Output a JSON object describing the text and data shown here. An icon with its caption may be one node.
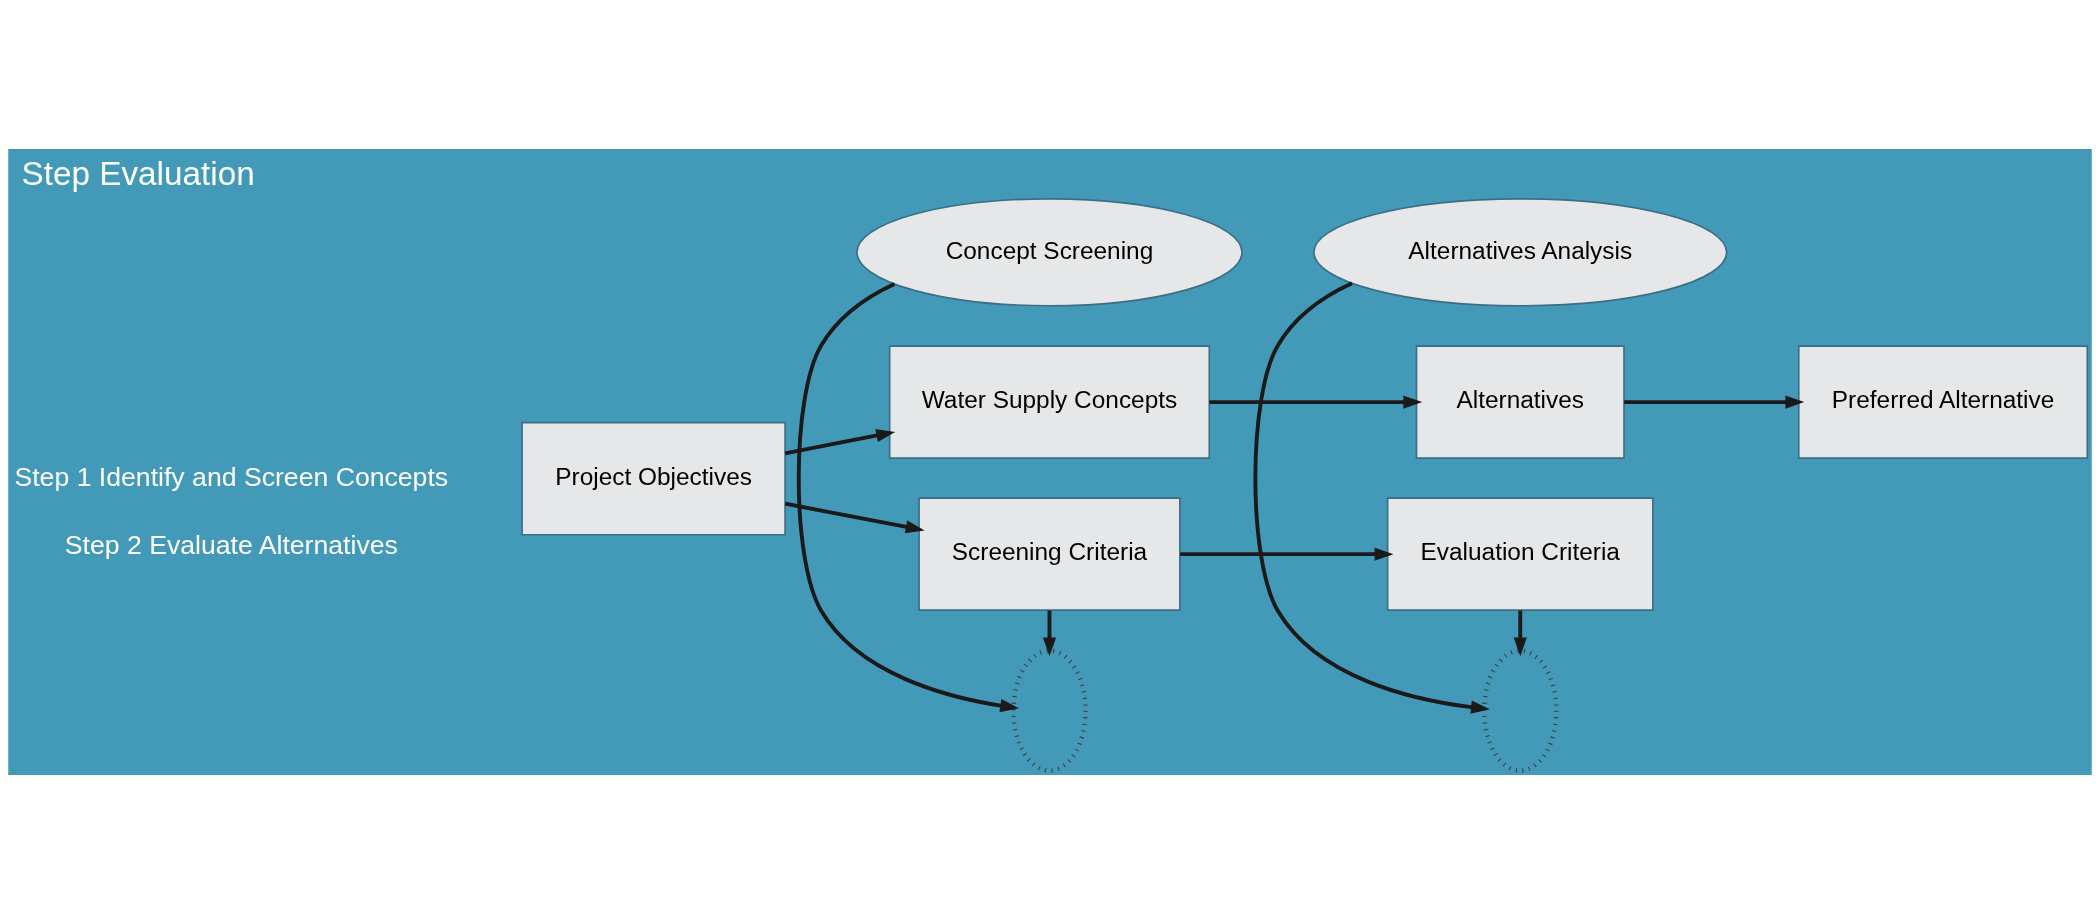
{
  "diagram": {
    "title": "Step Evaluation",
    "nodes": [
      {
        "text": [
          "Project Objectives"
        ]
      },
      {
        "text": [
          "Water Supply Concepts"
        ]
      },
      {
        "text": [],
        "shape": "ellipse"
      },
      {
        "text": [
          "Concept Screening"
        ]
      },
      {
        "text": [
          "Alternatives"
        ]
      },
      {
        "text": [],
        "shape": "ellipse"
      },
      {
        "text": [
          "Alternatives Analysis"
        ]
      },
      {
        "text": [
          "Preferred Alternative"
        ]
      },
      {
        "text": [
          "Screening Criteria"
        ]
      },
      {
        "text": [
          "Evaluation Criteria"
        ]
      }
    ],
    "edges": [
      {
        "from": 0,
        "to": 1,
        "arrow": "to"
      },
      {
        "from": 1,
        "to": 4,
        "arrow": "to"
      },
      {
        "from": 3,
        "to": 2,
        "arrow": "to"
      },
      {
        "from": 8,
        "to": 2,
        "arrow": "to"
      },
      {
        "from": 4,
        "to": 7,
        "arrow": "to"
      },
      {
        "from": 6,
        "to": 5,
        "arrow": "to"
      },
      {
        "from": 9,
        "to": 5,
        "arrow": "to"
      },
      {
        "from": 0,
        "to": 8,
        "arrow": "to"
      },
      {
        "from": 8,
        "to": 9,
        "arrow": "to"
      }
    ],
    "labels": [
      "Step 1 Identify and Screen Concepts",
      "Step 2 Evaluate Alternatives"
    ]
  }
}
